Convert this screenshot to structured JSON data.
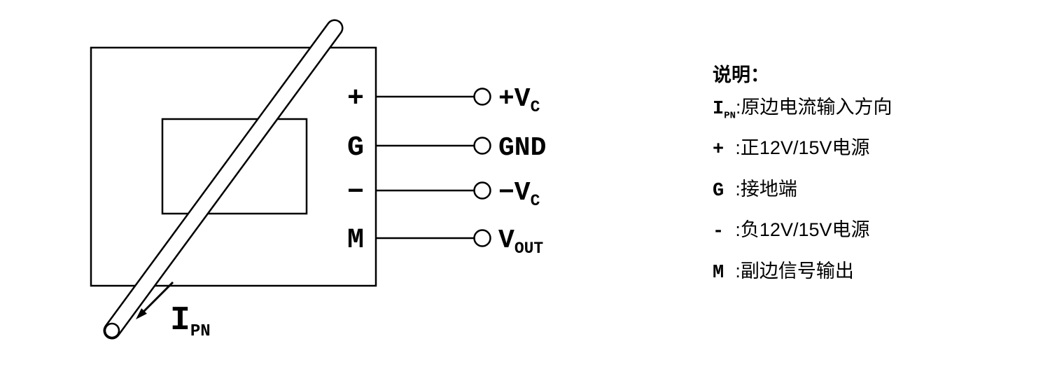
{
  "colors": {
    "ink": "#000000",
    "background": "#ffffff"
  },
  "diagram": {
    "rows": [
      {
        "pin": "+",
        "pad_main": "+V",
        "pad_sub": "C"
      },
      {
        "pin": "G",
        "pad_main": "GND",
        "pad_sub": ""
      },
      {
        "pin": "−",
        "pad_main": "−V",
        "pad_sub": "C"
      },
      {
        "pin": "M",
        "pad_main": "V",
        "pad_sub": "OUT"
      }
    ],
    "current_main": "I",
    "current_sub": "PN"
  },
  "legend": {
    "title": "说明：",
    "items": [
      {
        "prefix": "I",
        "sub": "PN",
        "text": ":原边电流输入方向"
      },
      {
        "prefix": "+ ",
        "sub": "",
        "text": ":正12V/15V电源"
      },
      {
        "prefix": "G ",
        "sub": "",
        "text": ":接地端"
      },
      {
        "prefix": "- ",
        "sub": "",
        "text": ":负12V/15V电源"
      },
      {
        "prefix": "M ",
        "sub": "",
        "text": ":副边信号输出"
      }
    ]
  }
}
